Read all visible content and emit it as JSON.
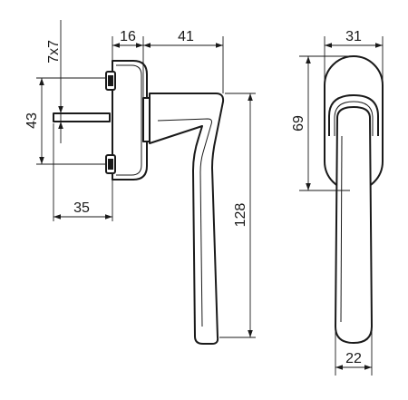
{
  "dimensions": {
    "d_7x7": "7x7",
    "d_16": "16",
    "d_41": "41",
    "d_43": "43",
    "d_35": "35",
    "d_128": "128",
    "d_69": "69",
    "d_31": "31",
    "d_22": "22"
  },
  "colors": {
    "line": "#1a1a1a",
    "background": "#ffffff"
  }
}
